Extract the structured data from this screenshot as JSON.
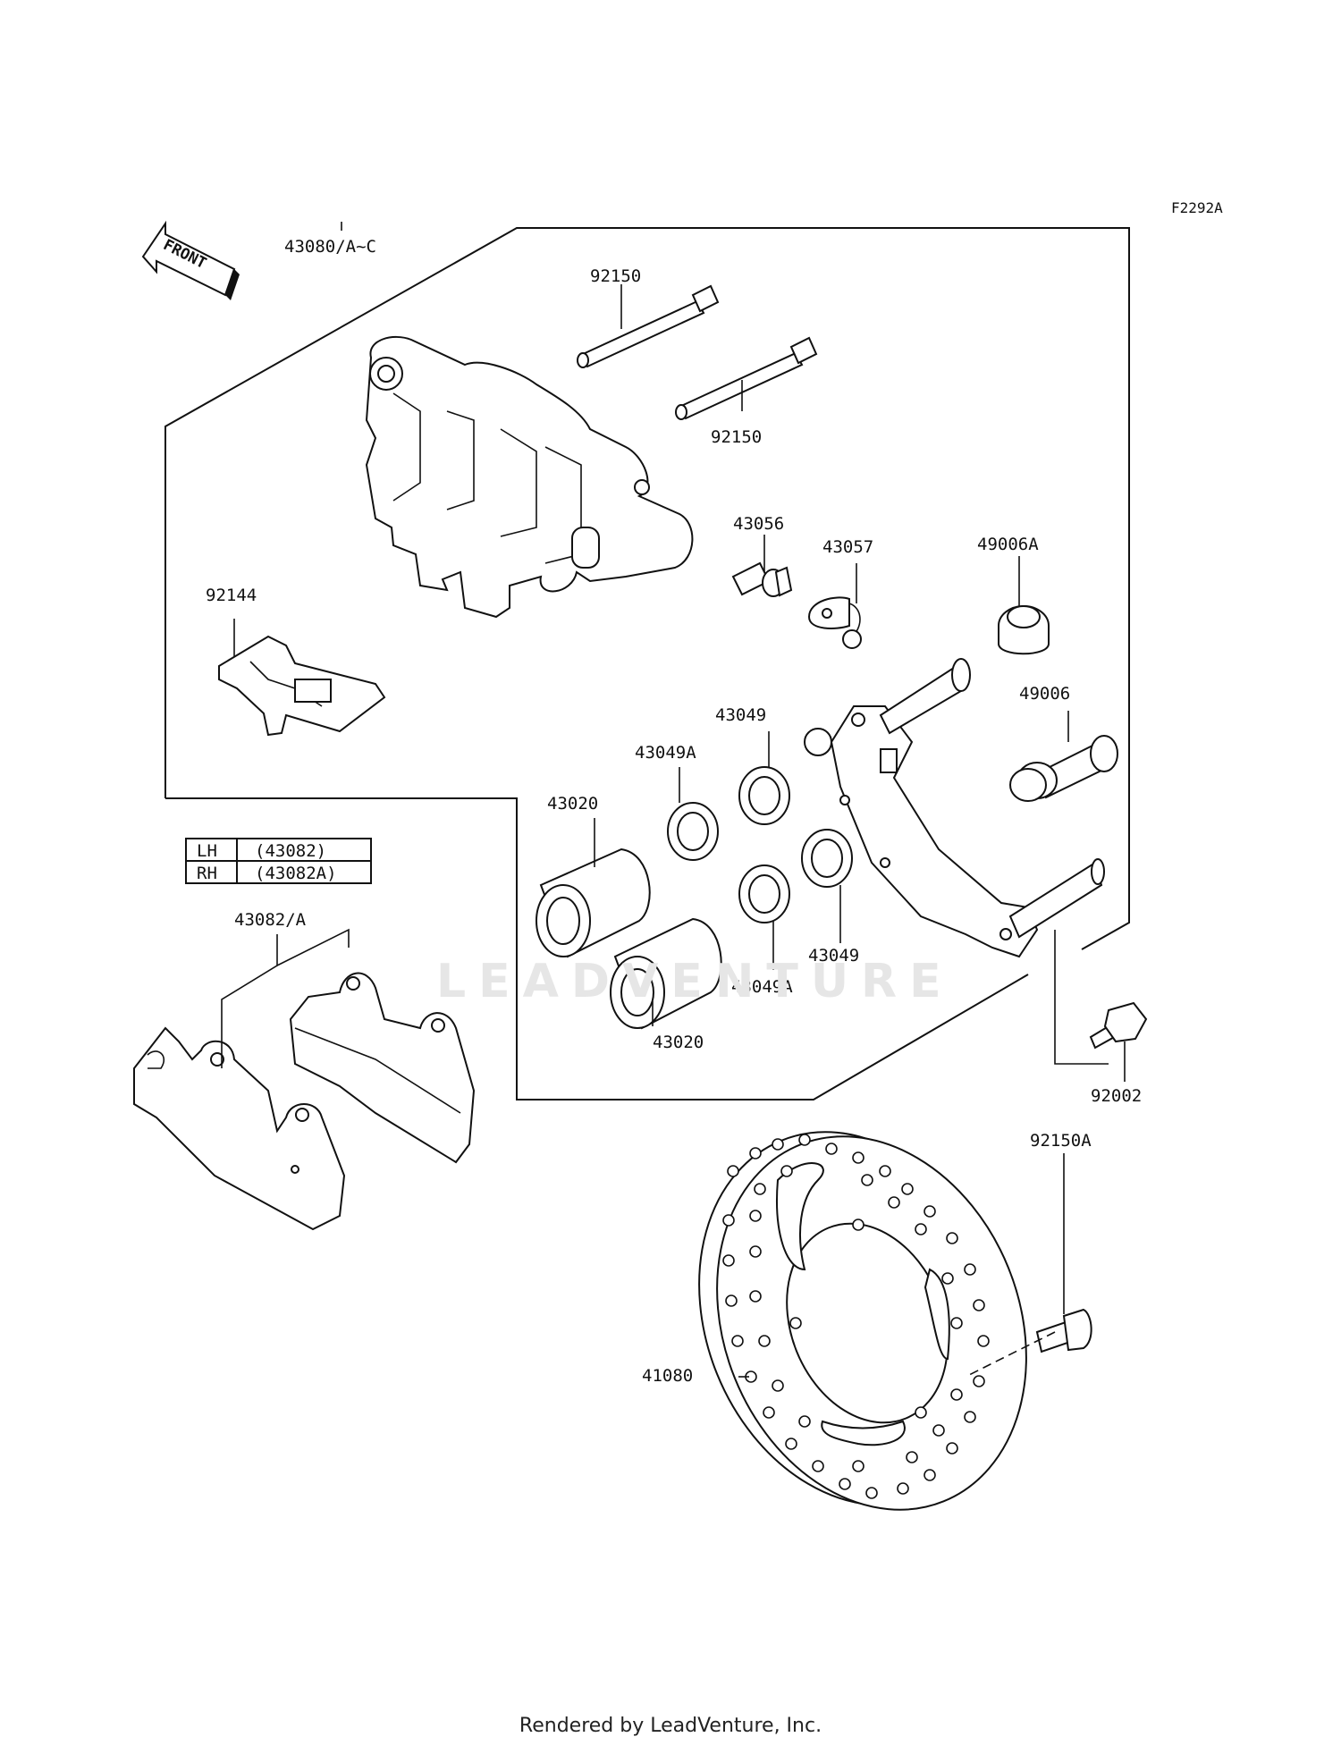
{
  "figure_code": "F2292A",
  "front_label": "FRONT",
  "watermark": "LEADVENTURE",
  "footer": "Rendered by LeadVenture, Inc.",
  "pad_table": {
    "rows": [
      {
        "side": "LH",
        "part": "(43082)"
      },
      {
        "side": "RH",
        "part": "(43082A)"
      }
    ]
  },
  "labels": {
    "caliper_assy": "43080/A~C",
    "pin_a": "92150",
    "pin_b": "92150",
    "pad_spring": "92144",
    "bleed_valve": "43056",
    "valve_cap": "43057",
    "boot_a": "49006A",
    "boot_b": "49006",
    "seal_top": "43049",
    "seal_a_top": "43049A",
    "piston_top": "43020",
    "seal_right": "43049",
    "seal_a_bottom": "43049A",
    "piston_bottom": "43020",
    "pads": "43082/A",
    "bolt": "92002",
    "disc_bolt": "92150A",
    "disc": "41080"
  }
}
